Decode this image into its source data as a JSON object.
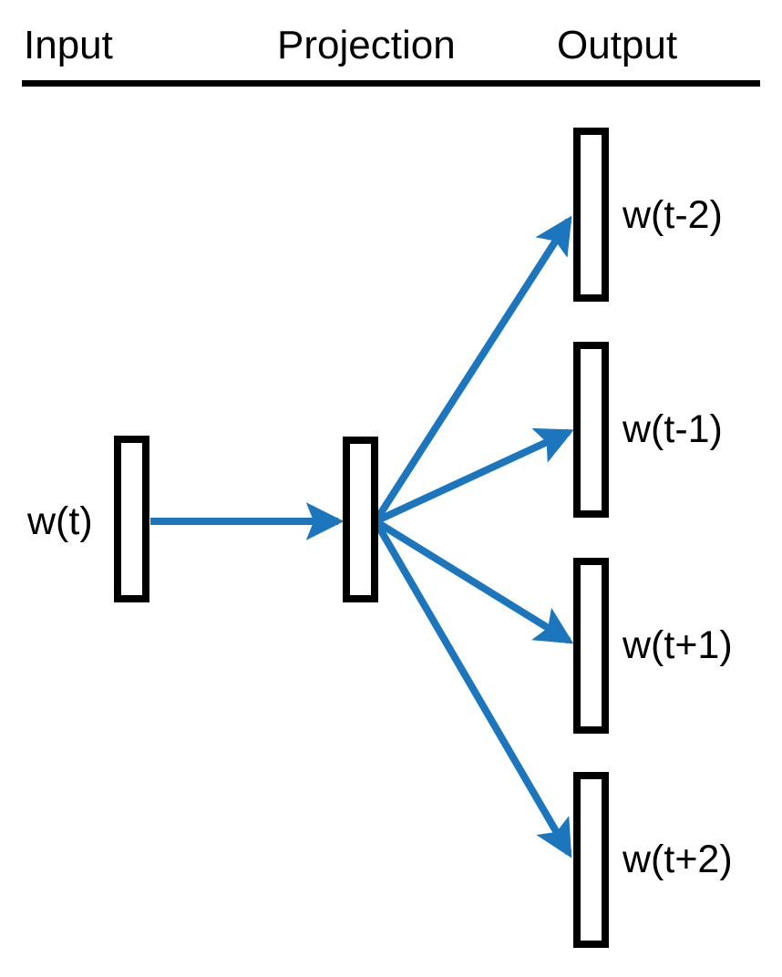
{
  "diagram": {
    "title": "skip-gram-word2vec-architecture",
    "columns": [
      {
        "id": "input",
        "label": "Input"
      },
      {
        "id": "projection",
        "label": "Projection"
      },
      {
        "id": "output",
        "label": "Output"
      }
    ],
    "input_layer": {
      "label": "w(t)"
    },
    "projection_layer": {
      "label": ""
    },
    "output_layer": {
      "labels": [
        {
          "id": "w-t-minus-2",
          "label": "w(t-2)"
        },
        {
          "id": "w-t-minus-1",
          "label": "w(t-1)"
        },
        {
          "id": "w-t-plus-1",
          "label": "w(t+1)"
        },
        {
          "id": "w-t-plus-2",
          "label": "w(t+2)"
        }
      ]
    },
    "colors": {
      "arrow": "#1b76bd",
      "box_stroke": "#000000",
      "box_fill": "#ffffff",
      "text": "#000000",
      "background": "#ffffff"
    },
    "connections": [
      {
        "id": "input-to-projection",
        "from": "input",
        "to": "projection",
        "direction": "right"
      },
      {
        "id": "projection-to-w-t-minus-2",
        "from": "projection",
        "to": "w-t-minus-2",
        "direction": "up-right"
      },
      {
        "id": "projection-to-w-t-minus-1",
        "from": "projection",
        "to": "w-t-minus-1",
        "direction": "up-right"
      },
      {
        "id": "projection-to-w-t-plus-1",
        "from": "projection",
        "to": "w-t-plus-1",
        "direction": "down-right"
      },
      {
        "id": "projection-to-w-t-plus-2",
        "from": "projection",
        "to": "w-t-plus-2",
        "direction": "down-right"
      }
    ]
  }
}
